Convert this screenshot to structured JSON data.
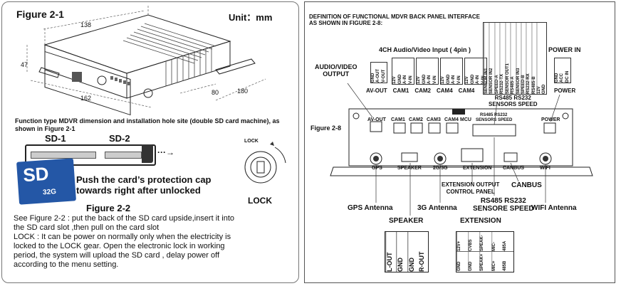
{
  "left": {
    "figure_2_1_title": "Figure 2-1",
    "unit_label": "Unit：mm",
    "dims": {
      "d138": "138",
      "d47": "47",
      "d162": "162",
      "d80": "80",
      "d180": "180"
    },
    "caption_2_1": "Function type MDVR dimension and installation hole site (double SD card machine), as shown in Figure 2-1",
    "sd1_label": "SD-1",
    "sd2_label": "SD-2",
    "sd_card_text": "SD",
    "sd_card_size": "32G",
    "push_text_line1": "Push the card’s protection cap",
    "push_text_line2": "towards right after unlocked",
    "lock_small": "LOCK",
    "lock_big": "LOCK",
    "figure_2_2_title": "Figure 2-2",
    "body_lines": [
      "See Figure 2-2 : put the back of the SD card upside,insert it into",
      "the SD card slot ,then pull on  the card slot",
      "LOCK : It can be power on normally only when the electricity is",
      "locked to the LOCK gear. Open the electronic lock in working",
      "period, the system will upload the SD card , delay power off",
      "according to the menu setting."
    ]
  },
  "right": {
    "heading_line1": "DEFINITION OF FUNCTIONAL MDVR BACK PANEL INTERFACE",
    "heading_line2": "AS SHOWN IN FIGURE  2-8:",
    "input_title": "4CH Audio/Video Input ( 4pin )",
    "av_output_line1": "AUDIO/VIDEO",
    "av_output_line2": "OUTPUT",
    "av_pins": [
      "AV-OUT",
      "GND",
      "A-OUT",
      "V-OUT"
    ],
    "cam_pins": [
      "12V",
      "GND",
      "A-IN",
      "V-IN"
    ],
    "bottom_labels": [
      "AV-OUT",
      "CAM1",
      "CAM2",
      "CAM4",
      "CAM4"
    ],
    "sensor_cols": [
      "SENSOR IN1",
      "SENSOR IN2",
      "SENSOR IN3",
      "SENSOR IN4",
      "SPEED-A",
      "SPEED-B",
      "RS232-TX",
      "RS232-RX",
      "SENSOR OUT1",
      "SENSOR OUT2",
      "RS485-A",
      "RS485-B"
    ],
    "sensor_row_tail": [
      "12V",
      "GND"
    ],
    "rs_label_line1": "RS485  RS232",
    "rs_label_line2": "SENSORS  SPEED",
    "power_in": "POWER IN",
    "power_pins": [
      "GND",
      "ACC",
      "GND",
      "DC IN"
    ],
    "power_label": "POWER",
    "figure_2_8": "Figure 2-8",
    "panel_labels": {
      "av_out": "AV-OUT",
      "cam1": "CAM1",
      "cam2": "CAM2",
      "cam3": "CAM3",
      "cam4": "CAM4",
      "mcu": "MCU",
      "rs_small": "RS485 RS232",
      "sensors_small": "SENSORS  SPEED",
      "power": "POWER",
      "gps": "GPS",
      "speaker": "SPEAKER",
      "g3": "2G/3G",
      "extension": "EXTENSION",
      "canbus": "CANBUS",
      "wifi": "WIFI"
    },
    "callouts": {
      "ext_output_line1": "EXTENSION OUTPUT",
      "ext_output_line2": "CONTROL PANEL",
      "canbus": "CANBUS",
      "rs_line1": "RS485  RS232",
      "rs_line2": "SENSORE SPEED",
      "gps_antenna": "GPS Antenna",
      "g3_antenna": "3G Antenna",
      "wifi_antenna": "WIFI Antenna"
    },
    "speaker_title": "SPEAKER",
    "speaker_pins": [
      "L-OUT",
      "GND",
      "GND",
      "R-OUT"
    ],
    "extension_title": "EXTENSION",
    "ext_top": [
      "12V+",
      "CVBS",
      "SPEAK-",
      "MIC-",
      "485A"
    ],
    "ext_bottom": [
      "GND",
      "GND",
      "SPEAK+",
      "MIC+",
      "485B"
    ]
  }
}
